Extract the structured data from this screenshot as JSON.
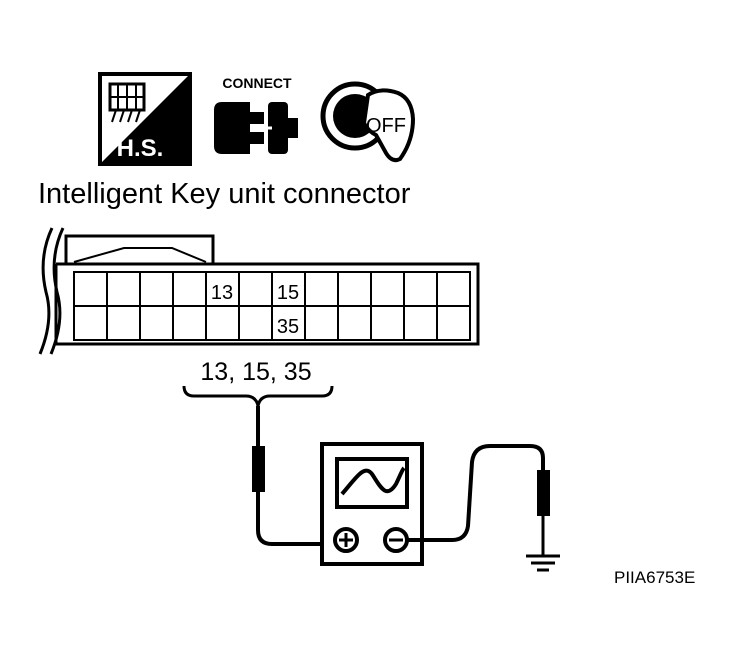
{
  "icons": {
    "hs_label": "H.S.",
    "connect_label": "CONNECT",
    "ignition_label": "OFF"
  },
  "title": "Intelligent Key unit connector",
  "connector": {
    "top_row_pins": [
      "13",
      "15"
    ],
    "bottom_row_pins": [
      "35"
    ]
  },
  "probe_label": "13, 15, 35",
  "figure_code": "PIIA6753E"
}
